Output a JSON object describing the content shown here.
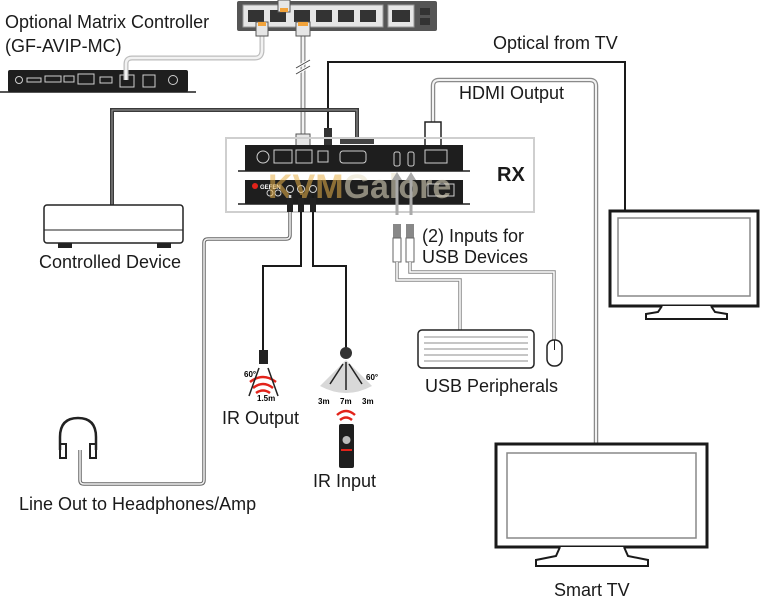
{
  "labels": {
    "matrix_controller_line1": "Optional Matrix Controller",
    "matrix_controller_line2": "(GF-AVIP-MC)",
    "optical_from_tv": "Optical from TV",
    "hdmi_output": "HDMI Output",
    "rx": "RX",
    "controlled_device": "Controlled Device",
    "usb_inputs_line1": "(2) Inputs for",
    "usb_inputs_line2": "USB Devices",
    "usb_peripherals": "USB Peripherals",
    "ir_output": "IR Output",
    "ir_input": "IR Input",
    "line_out": "Line Out to Headphones/Amp",
    "smart_tv": "Smart TV"
  },
  "ir_output_spec": {
    "angle": "60°",
    "range": "1.5m"
  },
  "ir_input_spec": {
    "angle": "60°",
    "left": "3m",
    "center": "7m",
    "right": "3m"
  },
  "brand": "GEFEN",
  "watermark": {
    "part1": "KVM",
    "part2": "Galore"
  },
  "colors": {
    "cable_dark": "#1a1a1a",
    "cable_light": "#d9d9d9",
    "ir_red": "#e2231a",
    "rj45_orange": "#f2a33a",
    "device_body": "#1e1e1e"
  }
}
